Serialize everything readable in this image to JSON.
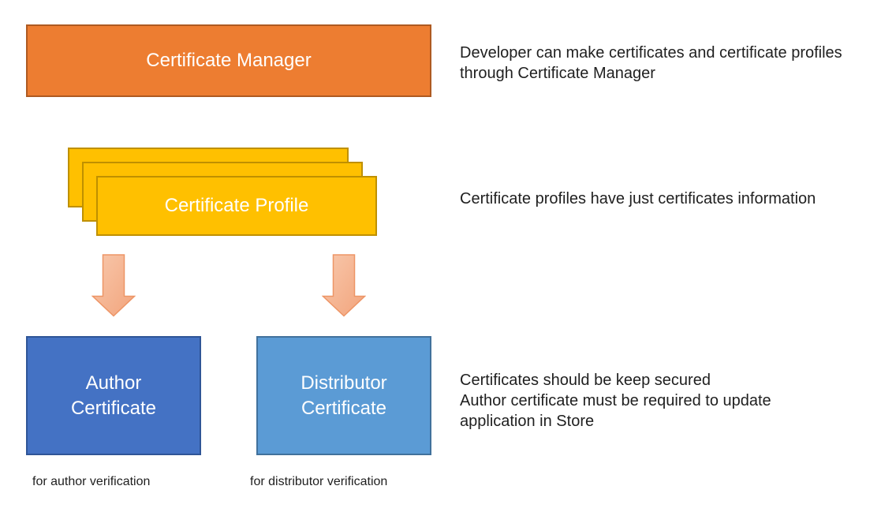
{
  "boxes": {
    "certificate_manager": {
      "label": "Certificate Manager"
    },
    "certificate_profile": {
      "label": "Certificate Profile"
    },
    "author_certificate": {
      "label_lines": [
        "Author",
        "Certificate"
      ],
      "caption": "for author verification"
    },
    "distributor_certificate": {
      "label_lines": [
        "Distributor",
        "Certificate"
      ],
      "caption": "for distributor verification"
    }
  },
  "annotations": {
    "certificate_manager_note": [
      "Developer can make certificates and certificate profiles",
      "through Certificate Manager"
    ],
    "certificate_profile_note": [
      "Certificate profiles have just certificates information"
    ],
    "certificates_note": [
      "Certificates should be keep secured",
      "Author certificate must be required to update",
      "application in Store"
    ]
  },
  "colors": {
    "manager_fill": "#ED7D31",
    "manager_border": "#AE5A21",
    "profile_fill": "#FFC000",
    "profile_border": "#BF9000",
    "author_fill": "#4472C4",
    "author_border": "#2F5597",
    "distributor_fill": "#5B9BD5",
    "distributor_border": "#41719C",
    "arrow_fill_light": "#F8C8AC",
    "arrow_fill_dark": "#F2A47C",
    "arrow_border": "#ED9566",
    "text": "#1F1F1F"
  }
}
